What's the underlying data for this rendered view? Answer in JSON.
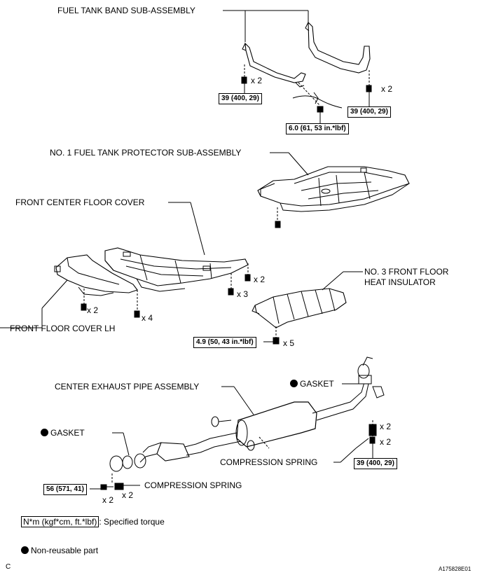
{
  "labels": {
    "fuel_tank_band": "FUEL TANK BAND SUB-ASSEMBLY",
    "fuel_tank_protector": "NO. 1 FUEL TANK PROTECTOR SUB-ASSEMBLY",
    "front_center_floor_cover": "FRONT CENTER FLOOR COVER",
    "front_floor_cover_lh": "FRONT FLOOR COVER LH",
    "no3_heat_insulator_line1": "NO. 3 FRONT FLOOR",
    "no3_heat_insulator_line2": "HEAT INSULATOR",
    "center_exhaust_pipe": "CENTER EXHAUST PIPE ASSEMBLY",
    "gasket_right": "GASKET",
    "gasket_left": "GASKET",
    "compression_spring_right": "COMPRESSION SPRING",
    "compression_spring_left": "COMPRESSION SPRING"
  },
  "torques": {
    "band_left": "39 (400, 29)",
    "band_right": "39 (400, 29)",
    "band_center": "6.0 (61, 53 in.*lbf)",
    "insulator": "4.9 (50, 43 in.*lbf)",
    "exhaust_right": "39 (400, 29)",
    "exhaust_left": "56 (571, 41)"
  },
  "quantities": {
    "band_left": "x 2",
    "band_right": "x 2",
    "center_cover_right": "x 2",
    "center_cover_mid": "x 3",
    "floor_cover_left": "x 2",
    "floor_cover_right": "x 4",
    "insulator": "x 5",
    "exhaust_right_upper": "x 2",
    "exhaust_right_lower": "x 2",
    "exhaust_left_bolt": "x 2",
    "exhaust_left_spring": "x 2"
  },
  "legend": {
    "torque_box": "N*m (kgf*cm, ft.*lbf)",
    "torque_text": ": Specified torque",
    "non_reusable": "Non-reusable part"
  },
  "corner_letter": "C",
  "figure_id": "A175828E01"
}
